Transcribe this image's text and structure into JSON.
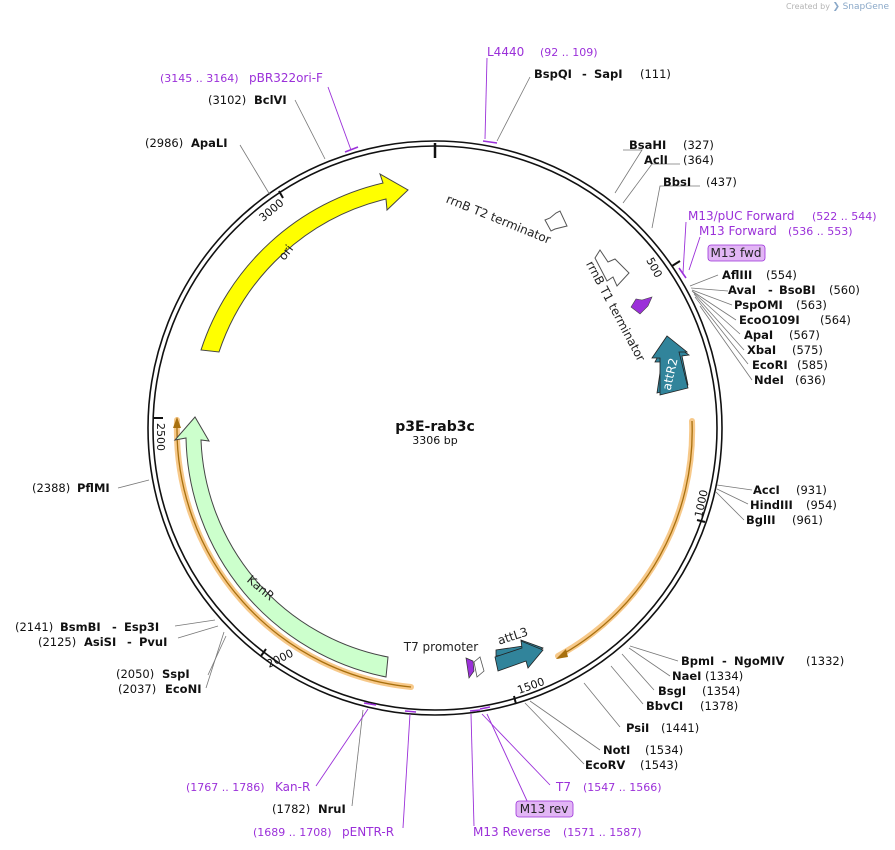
{
  "credit": {
    "prefix": "Created by",
    "brand": "SnapGene"
  },
  "plasmid": {
    "name": "p3E-rab3c",
    "length_label": "3306 bp"
  },
  "ticks": [
    "500",
    "1000",
    "1500",
    "2000",
    "2500",
    "3000"
  ],
  "features": {
    "ori": "ori",
    "kanr": "KanR",
    "attr2": "attR2",
    "attl3": "attL3",
    "rrnb_t2": "rrnB T2 terminator",
    "rrnb_t1": "rrnB T1 terminator",
    "t7_promoter": "T7 promoter"
  },
  "enzymes": {
    "bspqi": {
      "name": "BspQI",
      "sep": "-",
      "name2": "SapI",
      "pos": "(111)"
    },
    "bsahi": {
      "name": "BsaHI",
      "pos": "(327)"
    },
    "acli": {
      "name": "AclI",
      "pos": "(364)"
    },
    "bbsi": {
      "name": "BbsI",
      "pos": "(437)"
    },
    "aflii": {
      "name": "AflIII",
      "pos": "(554)"
    },
    "avai": {
      "name": "AvaI",
      "sep": "-",
      "name2": "BsoBI",
      "pos": "(560)"
    },
    "pspomi": {
      "name": "PspOMI",
      "pos": "(563)"
    },
    "eco0109i": {
      "name": "EcoO109I",
      "pos": "(564)"
    },
    "apai": {
      "name": "ApaI",
      "pos": "(567)"
    },
    "xbai": {
      "name": "XbaI",
      "pos": "(575)"
    },
    "ecori": {
      "name": "EcoRI",
      "pos": "(585)"
    },
    "ndei": {
      "name": "NdeI",
      "pos": "(636)"
    },
    "acci": {
      "name": "AccI",
      "pos": "(931)"
    },
    "hindiii": {
      "name": "HindIII",
      "pos": "(954)"
    },
    "bglii": {
      "name": "BglII",
      "pos": "(961)"
    },
    "bpmi": {
      "name": "BpmI",
      "sep": "-",
      "name2": "NgoMIV",
      "pos": "(1332)"
    },
    "naei": {
      "name": "NaeI",
      "pos": "(1334)"
    },
    "bsgi": {
      "name": "BsgI",
      "pos": "(1354)"
    },
    "bbvci": {
      "name": "BbvCI",
      "pos": "(1378)"
    },
    "psii": {
      "name": "PsiI",
      "pos": "(1441)"
    },
    "noti": {
      "name": "NotI",
      "pos": "(1534)"
    },
    "ecorv": {
      "name": "EcoRV",
      "pos": "(1543)"
    },
    "nrui": {
      "name": "NruI",
      "pos": "(1782)"
    },
    "econi": {
      "name": "EcoNI",
      "pos": "(2037)"
    },
    "sspi": {
      "name": "SspI",
      "pos": "(2050)"
    },
    "asisi": {
      "name": "AsiSI",
      "sep": "-",
      "name2": "PvuI",
      "pos": "(2125)"
    },
    "bsmbi": {
      "name": "BsmBI",
      "sep": "-",
      "name2": "Esp3I",
      "pos": "(2141)"
    },
    "pflmi": {
      "name": "PflMI",
      "pos": "(2388)"
    },
    "apali": {
      "name": "ApaLI",
      "pos": "(2986)"
    },
    "bclvi": {
      "name": "BclVI",
      "pos": "(3102)"
    }
  },
  "primers": {
    "l4440": {
      "name": "L4440",
      "range": "(92 .. 109)"
    },
    "m13puc": {
      "name": "M13/pUC Forward",
      "range": "(522 .. 544)"
    },
    "m13fwd_primer": {
      "name": "M13 Forward",
      "range": "(536 .. 553)"
    },
    "m13fwd_box": "M13 fwd",
    "t7": {
      "name": "T7",
      "range": "(1547 .. 1566)"
    },
    "m13rev_box": "M13 rev",
    "m13rev": {
      "name": "M13 Reverse",
      "range": "(1571 .. 1587)"
    },
    "pentr": {
      "name": "pENTR-R",
      "range": "(1689 .. 1708)"
    },
    "kanr": {
      "name": "Kan-R",
      "range": "(1767 .. 1786)"
    },
    "pbr322": {
      "name": "pBR322ori-F",
      "range": "(3145 .. 3164)"
    }
  },
  "colors": {
    "ori": "#ffff00",
    "kanr": "#ccffcc",
    "attr": "#31849b",
    "primer": "#9b30d9",
    "primer_box": "#e2b6f5",
    "orf_highlight": "#f7c98a",
    "orf_line": "#b07818"
  }
}
